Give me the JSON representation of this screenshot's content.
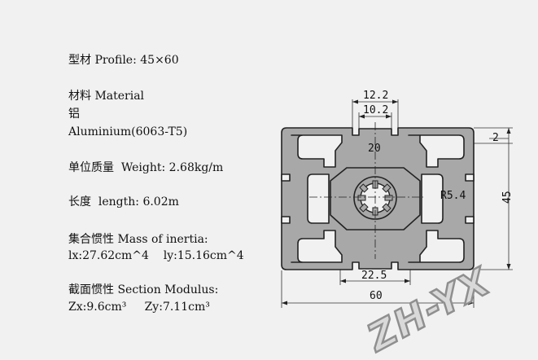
{
  "specs": {
    "profile": "型材 Profile: 45×60",
    "material_label": "材料 Material",
    "material_cn": "铝",
    "material_en": "Aluminium(6063-T5)",
    "weight": "单位质量  Weight: 2.68kg/m",
    "length": "长度  length: 6.02m",
    "inertia_label": "集合惯性 Mass of inertia:",
    "inertia_values": "lx:27.62cm^4    ly:15.16cm^4",
    "modulus_label": "截面惯性 Section Modulus:",
    "modulus_values": "Zx:9.6cm³     Zy:7.11cm³"
  },
  "dimensions": {
    "slot_outer": "12.2",
    "slot_inner": "10.2",
    "core_width": "20",
    "wall": "2",
    "radius": "R5.4",
    "height": "45",
    "bottom_slot": "22.5",
    "width": "60"
  },
  "watermark": "ZH-YX",
  "colors": {
    "profile_fill": "#a8a8a8",
    "profile_stroke": "#222222",
    "background": "#f1f1f1"
  }
}
